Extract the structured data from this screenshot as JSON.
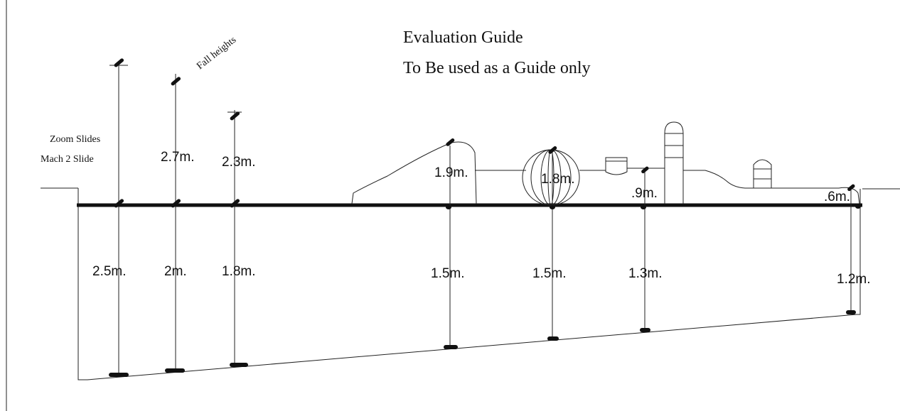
{
  "title": {
    "line1": "Evaluation Guide",
    "line2": "To Be used as a Guide only"
  },
  "fall_heights_label": "Fall heights",
  "slides_label": {
    "line1": "Zoom Slides",
    "line2": "Mach 2 Slide"
  },
  "stations": [
    {
      "above": "",
      "below": "2.5m."
    },
    {
      "above": "2.7m.",
      "below": "2m."
    },
    {
      "above": "2.3m.",
      "below": "1.8m."
    },
    {
      "above": "1.9m.",
      "below": "1.5m."
    },
    {
      "above": "1.8m.",
      "below": "1.5m."
    },
    {
      "above": ".9m.",
      "below": "1.3m."
    },
    {
      "above": ".6m.",
      "below": "1.2m."
    }
  ],
  "colors": {
    "ink": "#111111",
    "paper": "#ffffff"
  }
}
